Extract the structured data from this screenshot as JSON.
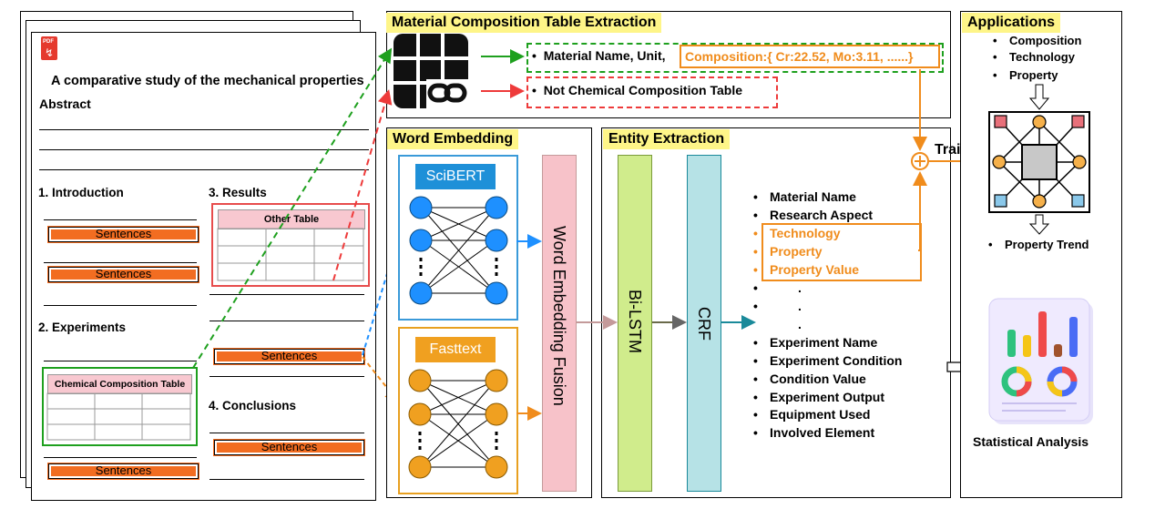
{
  "paper": {
    "title": "A comparative study of the mechanical properties",
    "abstract": "Abstract",
    "intro": "1. Introduction",
    "results": "3. Results",
    "experiments": "2. Experiments",
    "conclusions": "4. Conclusions",
    "sentences": "Sentences",
    "other_table": "Other Table",
    "chem_table": "Chemical Composition Table",
    "pdf_label": "PDF"
  },
  "mcte": {
    "title": "Material Composition Table Extraction",
    "positive_prefix": "Material Name, Unit, ",
    "positive_comp": "Composition:{ Cr:22.52, Mo:3.11, ......}",
    "negative": "Not Chemical Composition Table"
  },
  "word_embedding": {
    "title": "Word Embedding",
    "scibert": "SciBERT",
    "fasttext": "Fasttext",
    "fusion": "Word Embedding Fusion"
  },
  "entity_extraction": {
    "title": "Entity Extraction",
    "bilstm": "Bi-LSTM",
    "crf": "CRF",
    "entities_top": [
      "Material Name",
      "Research Aspect"
    ],
    "entities_highlight": [
      "Technology",
      "Property",
      "Property Value"
    ],
    "ellipsis": [
      ".",
      ".",
      "."
    ],
    "entities_bottom": [
      "Experiment Name",
      "Experiment Condition",
      "Condition Value",
      "Experiment Output",
      "Equipment Used",
      "Involved Element"
    ],
    "train": "Train"
  },
  "applications": {
    "title": "Applications",
    "items": [
      "Composition",
      "Technology",
      "Property"
    ],
    "trend": "Property Trend",
    "stats": "Statistical Analysis"
  },
  "colors": {
    "orange": "#f08c1c",
    "green": "#1ea01e",
    "red": "#ee3a3a",
    "blue": "#1e90ff",
    "highlight": "#fef588"
  }
}
